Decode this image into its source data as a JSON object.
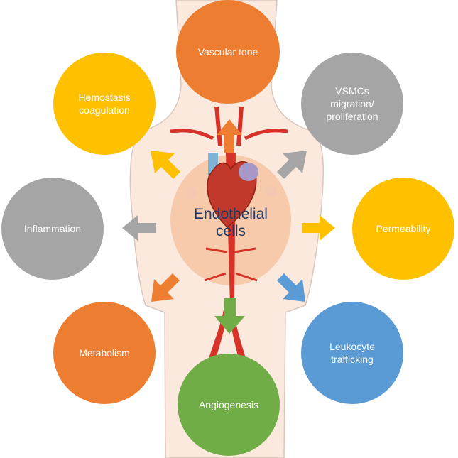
{
  "center": {
    "label": "Endothelial\ncells"
  },
  "colors": {
    "orange": "#ed7d31",
    "yellow": "#ffc000",
    "gray": "#a5a5a5",
    "blue": "#5b9bd5",
    "green": "#70ad47"
  },
  "nodes": [
    {
      "id": "vascular-tone",
      "label": "Vascular tone",
      "color": "#ed7d31"
    },
    {
      "id": "vsmcs",
      "label": "VSMCs\nmigration/\nproliferation",
      "color": "#a5a5a5"
    },
    {
      "id": "permeability",
      "label": "Permeability",
      "color": "#ffc000"
    },
    {
      "id": "leukocyte-trafficking",
      "label": "Leukocyte\ntrafficking",
      "color": "#5b9bd5"
    },
    {
      "id": "angiogenesis",
      "label": "Angiogenesis",
      "color": "#70ad47"
    },
    {
      "id": "metabolism",
      "label": "Metabolism",
      "color": "#ed7d31"
    },
    {
      "id": "inflammation",
      "label": "Inflammation",
      "color": "#a5a5a5"
    },
    {
      "id": "hemostasis",
      "label": "Hemostasis\ncoagulation",
      "color": "#ffc000"
    }
  ]
}
